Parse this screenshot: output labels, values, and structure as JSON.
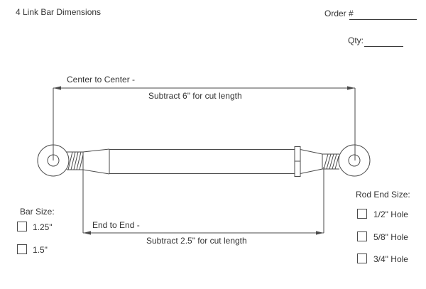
{
  "header": {
    "title": "4 Link Bar Dimensions",
    "order_label": "Order #",
    "order_value": "",
    "qty_label": "Qty:",
    "qty_value": ""
  },
  "diagram": {
    "description": "technical drawing of a 4 link bar with rod ends",
    "top_dimension": {
      "label": "Center to Center -",
      "note": "Subtract 6\" for cut length"
    },
    "bottom_dimension": {
      "label": "End to End -",
      "note": "Subtract 2.5\" for cut length"
    }
  },
  "bar_size": {
    "label": "Bar Size:",
    "options": [
      {
        "label": "1.25\"",
        "checked": false
      },
      {
        "label": "1.5\"",
        "checked": false
      }
    ]
  },
  "rod_end_size": {
    "label": "Rod End Size:",
    "options": [
      {
        "label": "1/2\" Hole",
        "checked": false
      },
      {
        "label": "5/8\" Hole",
        "checked": false
      },
      {
        "label": "3/4\" Hole",
        "checked": false
      }
    ]
  },
  "colors": {
    "line": "#4a4a4a",
    "text": "#333333",
    "background": "#ffffff"
  }
}
